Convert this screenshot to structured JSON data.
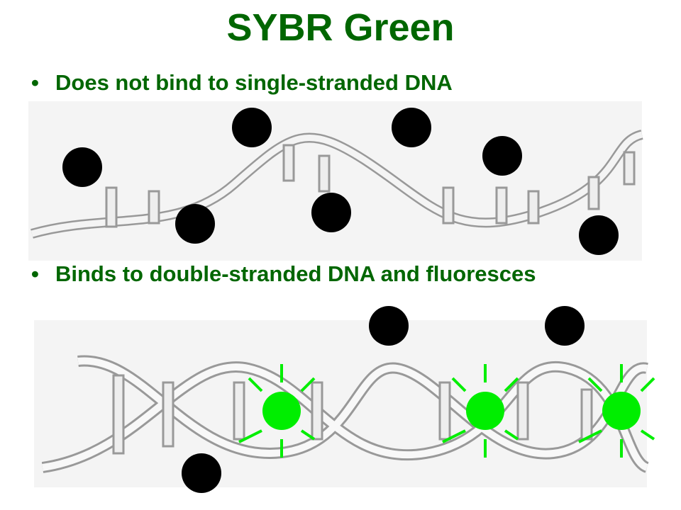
{
  "title": "SYBR Green",
  "bullets": [
    {
      "marker": "•",
      "text": "Does not bind to single-stranded DNA"
    },
    {
      "marker": "•",
      "text": "Binds to double-stranded DNA and fluoresces"
    }
  ],
  "colors": {
    "title": "#006600",
    "dye_bound": "#00ee00",
    "dye_free": "#000000",
    "panel": "#f4f4f4"
  }
}
